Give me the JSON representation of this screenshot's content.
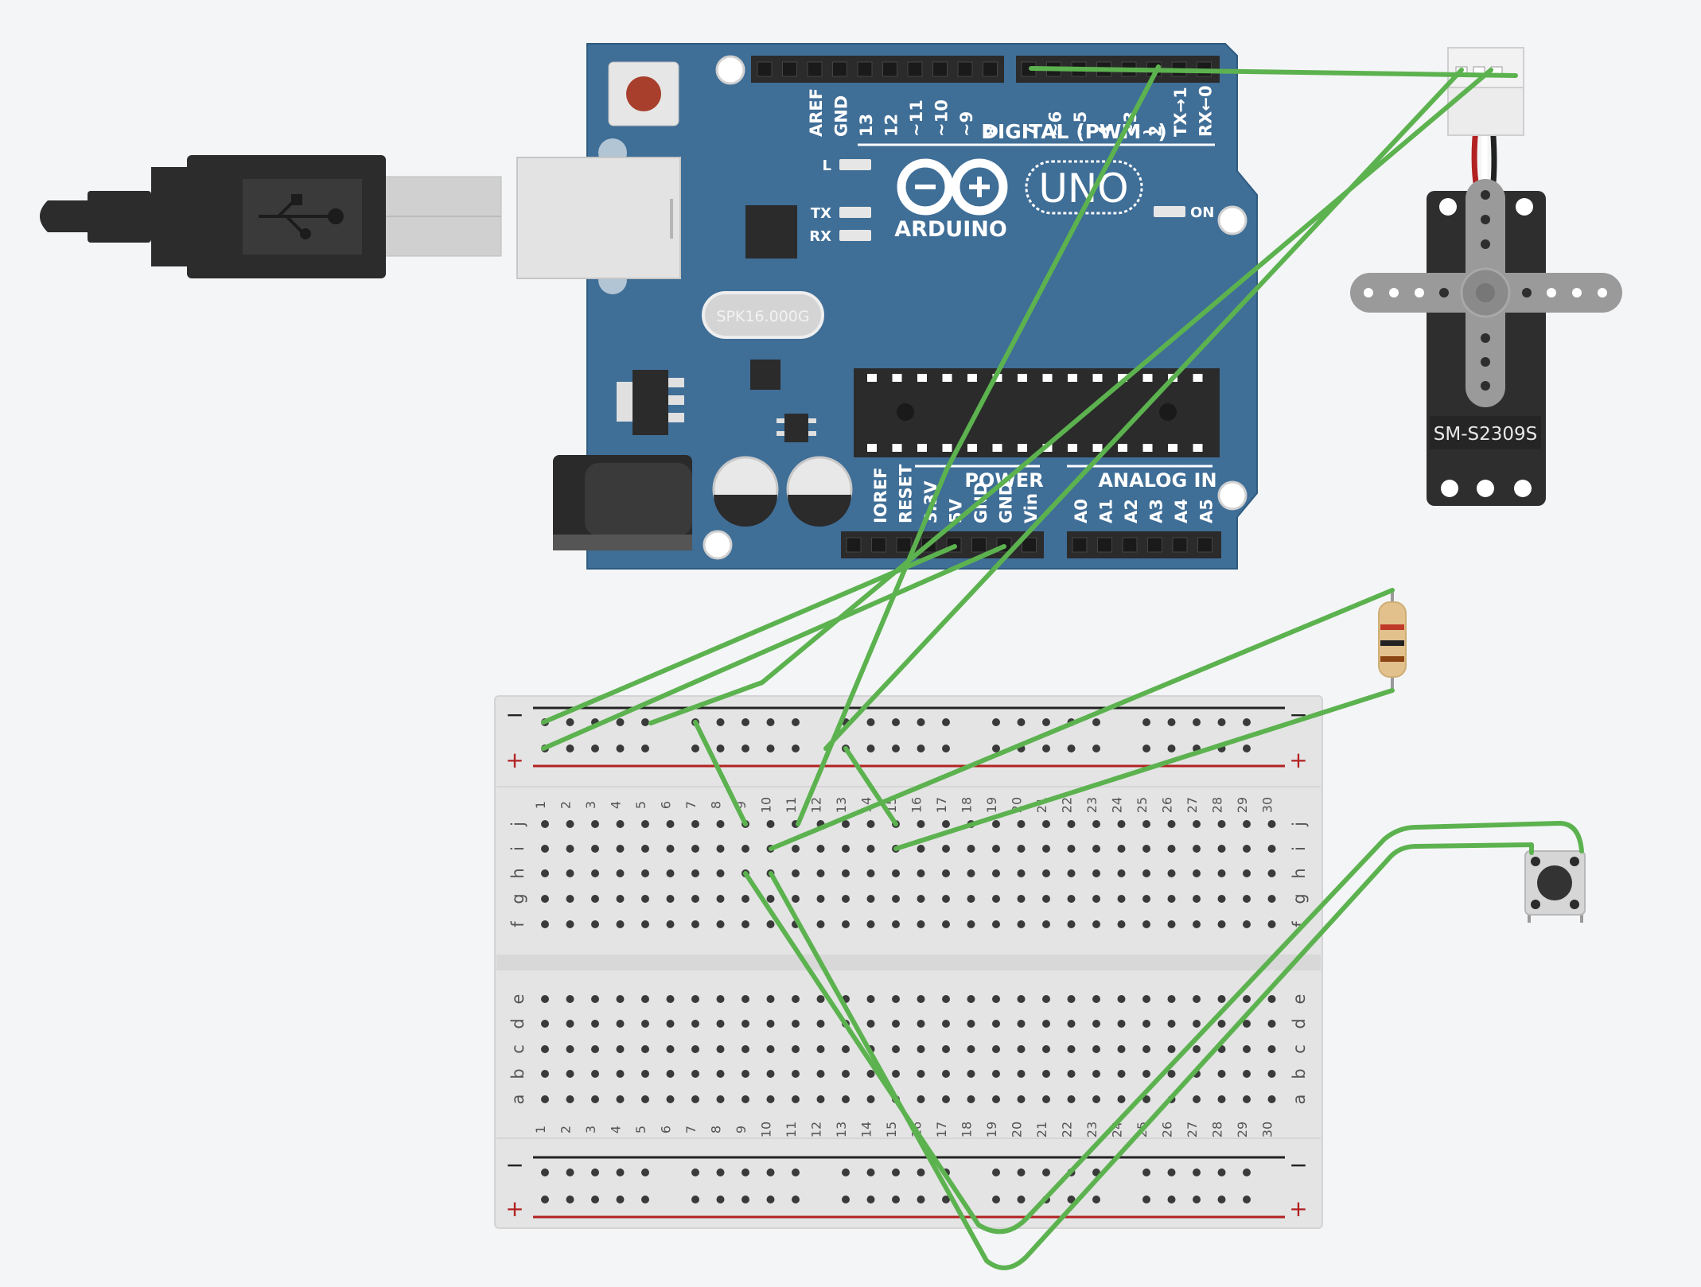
{
  "canvas": {
    "background": "#f4f5f7"
  },
  "colors": {
    "board": "#3f6e97",
    "board_edge": "#2f5b80",
    "wire": "#5cb24f",
    "header": "#2b2b2b",
    "breadboard": "#e4e4e4",
    "rail_negative": "#222222",
    "rail_positive": "#b22222",
    "usb_cable": "#2c2c2c",
    "servo_body": "#2e2e2e",
    "servo_horn": "#9a9a9a"
  },
  "arduino": {
    "logo_text": "ARDUINO",
    "model_text": "UNO",
    "crystal_text": "SPK16.000G",
    "digital_header_title": "DIGITAL (PWM~)",
    "power_header_title": "POWER",
    "analog_header_title": "ANALOG IN",
    "led_l_label": "L",
    "led_tx_label": "TX",
    "led_rx_label": "RX",
    "led_on_label": "ON",
    "top_left_pin_labels": [
      "AREF",
      "GND",
      "13",
      "12",
      "~11",
      "~10",
      "~9",
      "8"
    ],
    "top_right_pin_labels": [
      "7",
      "~6",
      "~5",
      "4",
      "~3",
      "2",
      "TX→1",
      "RX←0"
    ],
    "power_pin_labels": [
      "IOREF",
      "RESET",
      "3.3V",
      "5V",
      "GND",
      "GND",
      "Vin"
    ],
    "analog_pin_labels": [
      "A0",
      "A1",
      "A2",
      "A3",
      "A4",
      "A5"
    ],
    "reset_button_icon": "reset-button",
    "usb_port_icon": "usb-b-port",
    "power_jack_icon": "dc-power-jack"
  },
  "usb_cable": {
    "icon": "usb-icon"
  },
  "servo": {
    "model_label": "SM-S2309S",
    "horn_icon": "servo-horn"
  },
  "resistor": {
    "bands": [
      "#c0392b",
      "#222222",
      "#8b4513"
    ]
  },
  "pushbutton": {
    "icon": "tactile-switch"
  },
  "breadboard": {
    "columns": [
      "1",
      "2",
      "3",
      "4",
      "5",
      "6",
      "7",
      "8",
      "9",
      "10",
      "11",
      "12",
      "13",
      "14",
      "15",
      "16",
      "17",
      "18",
      "19",
      "20",
      "21",
      "22",
      "23",
      "24",
      "25",
      "26",
      "27",
      "28",
      "29",
      "30"
    ],
    "top_row_letters": [
      "j",
      "i",
      "h",
      "g",
      "f"
    ],
    "bottom_row_letters": [
      "e",
      "d",
      "c",
      "b",
      "a"
    ],
    "rail_negative_label": "−",
    "rail_positive_label": "+"
  }
}
